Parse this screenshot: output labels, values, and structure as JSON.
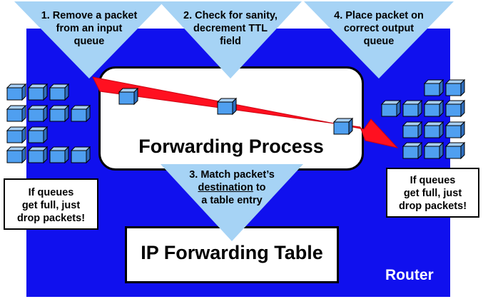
{
  "steps": {
    "step1": [
      "1. Remove a packet",
      "from an input",
      "queue"
    ],
    "step2": [
      "2. Check for sanity,",
      "decrement TTL",
      "field"
    ],
    "step3": [
      "3. Match packet’s",
      "destination",
      "to",
      "a table entry"
    ],
    "step4": [
      "4. Place packet on",
      "correct output",
      "queue"
    ]
  },
  "forwarding_process": "Forwarding Process",
  "forwarding_table": "IP Forwarding Table",
  "router_label": "Router",
  "notes": {
    "left": [
      "If queues",
      "get full, just",
      "drop packets!"
    ],
    "right": [
      "If queues",
      "get full, just",
      "drop packets!"
    ]
  },
  "colors": {
    "router_fill": "#1010ee",
    "triangle_fill": "#a6d3f5",
    "arrow_fill": "#ff1020",
    "packet_fill": "#4f9ff0"
  }
}
